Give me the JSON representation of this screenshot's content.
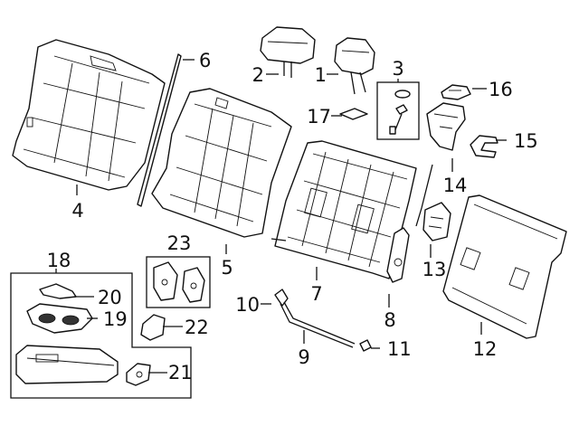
{
  "callouts": [
    {
      "id": "label-1",
      "text": "1"
    },
    {
      "id": "label-2",
      "text": "2"
    },
    {
      "id": "label-3",
      "text": "3"
    },
    {
      "id": "label-4",
      "text": "4"
    },
    {
      "id": "label-5",
      "text": "5"
    },
    {
      "id": "label-6",
      "text": "6"
    },
    {
      "id": "label-7",
      "text": "7"
    },
    {
      "id": "label-8",
      "text": "8"
    },
    {
      "id": "label-9",
      "text": "9"
    },
    {
      "id": "label-10",
      "text": "10"
    },
    {
      "id": "label-11",
      "text": "11"
    },
    {
      "id": "label-12",
      "text": "12"
    },
    {
      "id": "label-13",
      "text": "13"
    },
    {
      "id": "label-14",
      "text": "14"
    },
    {
      "id": "label-15",
      "text": "15"
    },
    {
      "id": "label-16",
      "text": "16"
    },
    {
      "id": "label-17",
      "text": "17"
    },
    {
      "id": "label-18",
      "text": "18"
    },
    {
      "id": "label-19",
      "text": "19"
    },
    {
      "id": "label-20",
      "text": "20"
    },
    {
      "id": "label-21",
      "text": "21"
    },
    {
      "id": "label-22",
      "text": "22"
    },
    {
      "id": "label-23",
      "text": "23"
    }
  ],
  "parts": [
    "seatback-cover",
    "seatback-pad",
    "trim-strip",
    "seatback-frame",
    "headrest-large",
    "headrest-small",
    "guide-kit",
    "latch-bracket",
    "cable-rod",
    "release-bracket",
    "end-cap",
    "back-panel",
    "latch-mechanism",
    "latch-cover",
    "escutcheon",
    "bezel",
    "pad-clip",
    "armrest-assembly",
    "cup-holder",
    "trim-bar",
    "armrest-bracket",
    "hinge-bracket",
    "hinge-cover-kit"
  ]
}
